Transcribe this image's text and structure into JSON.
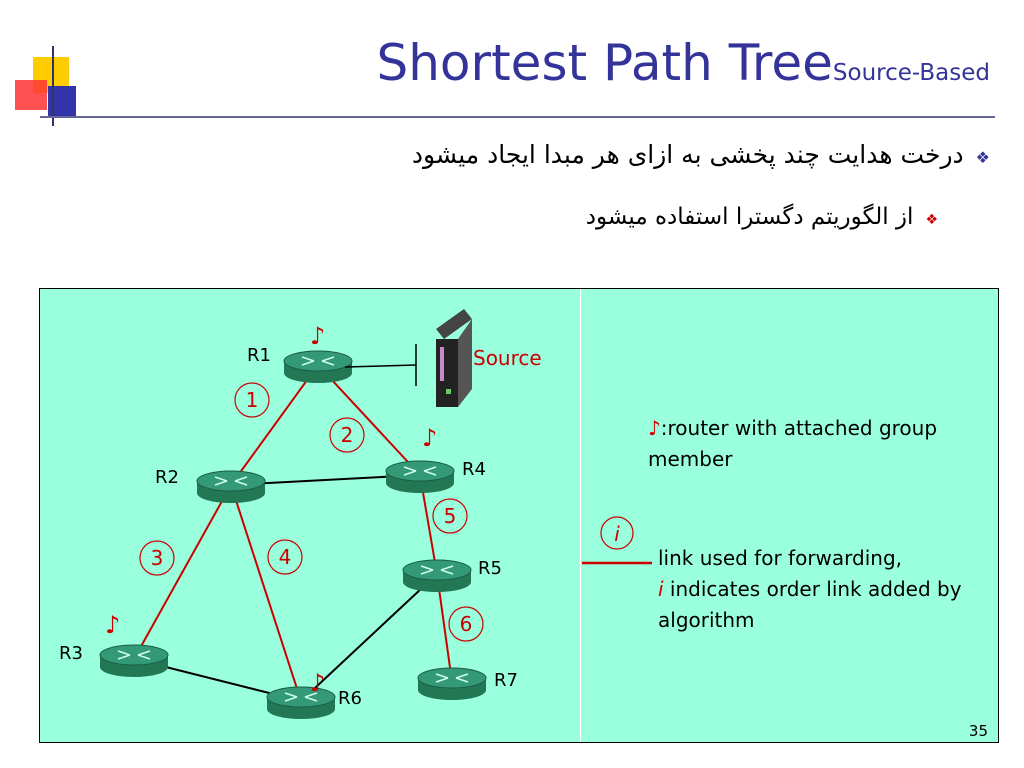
{
  "slide": {
    "title_main": "Shortest Path Tree",
    "title_sub": "Source-Based",
    "bullets": [
      {
        "marker": "❖",
        "text": "درخت هدایت چند پخشی به ازای هر مبدا ایجاد میشود"
      },
      {
        "marker": "❖",
        "text": "از الگوریتم دگسترا استفاده میشود"
      }
    ],
    "page_number": "35"
  },
  "diagram": {
    "source_label": "Source",
    "member_glyph": "♪",
    "routers": [
      {
        "id": "R1",
        "label": "R1"
      },
      {
        "id": "R2",
        "label": "R2"
      },
      {
        "id": "R3",
        "label": "R3"
      },
      {
        "id": "R4",
        "label": "R4"
      },
      {
        "id": "R5",
        "label": "R5"
      },
      {
        "id": "R6",
        "label": "R6"
      },
      {
        "id": "R7",
        "label": "R7"
      }
    ],
    "tree_links": [
      {
        "from": "R1",
        "to": "R2",
        "order": "1"
      },
      {
        "from": "R1",
        "to": "R4",
        "order": "2"
      },
      {
        "from": "R2",
        "to": "R3",
        "order": "3"
      },
      {
        "from": "R2",
        "to": "R6",
        "order": "4"
      },
      {
        "from": "R4",
        "to": "R5",
        "order": "5"
      },
      {
        "from": "R5",
        "to": "R7",
        "order": "6"
      }
    ],
    "other_links": [
      {
        "from": "R2",
        "to": "R4"
      },
      {
        "from": "R3",
        "to": "R6"
      },
      {
        "from": "R6",
        "to": "R5"
      }
    ],
    "members": [
      "R1",
      "R3",
      "R4",
      "R6"
    ],
    "legend": {
      "member_text": ":router with attached group member",
      "link_symbol": "i",
      "link_text_1": " link used for forwarding,",
      "link_text_2": " indicates order link added by algorithm"
    },
    "colors": {
      "tree_link": "#cc0000",
      "other_link": "#000000",
      "router": "#339977",
      "panel": "#99ffdd",
      "title": "#333399"
    }
  }
}
